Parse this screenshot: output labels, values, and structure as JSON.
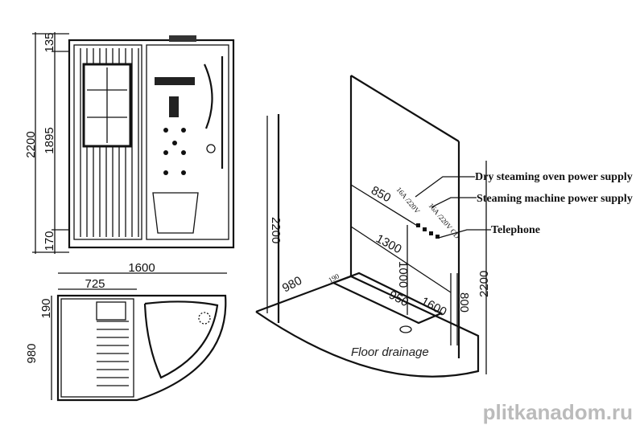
{
  "front_view": {
    "dim_top": "135",
    "dim_middle": "1895",
    "dim_total": "2200",
    "dim_bottom": "170",
    "width": "1600"
  },
  "plan_view": {
    "dim_width": "725",
    "dim_top": "190",
    "dim_depth": "980"
  },
  "iso_view": {
    "height_left": "2200",
    "height_right": "2200",
    "dim_850": "850",
    "dim_1300": "1300",
    "dim_1000": "1000",
    "dim_800": "800",
    "dim_980": "980",
    "dim_190": "190",
    "dim_950": "950",
    "dim_1600": "1600",
    "label_16a_1": "16A /220V",
    "label_16a_2": "16A /220V CD",
    "floor_drainage": "Floor drainage"
  },
  "callouts": [
    "Dry steaming oven power supply",
    "Steaming machine power supply",
    "Telephone"
  ],
  "watermark": "plitkanadom.ru"
}
